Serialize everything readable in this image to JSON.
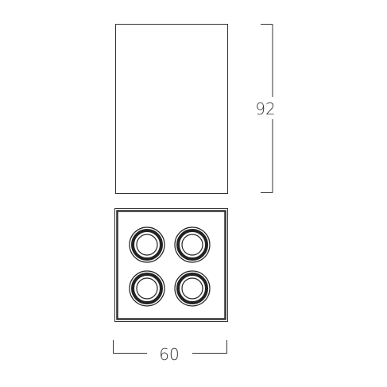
{
  "dimensions": {
    "height_label": "92",
    "width_label": "60"
  },
  "colors": {
    "stroke": "#333333",
    "ring_dark": "#222222",
    "background": "#ffffff"
  },
  "lens_count": 4
}
